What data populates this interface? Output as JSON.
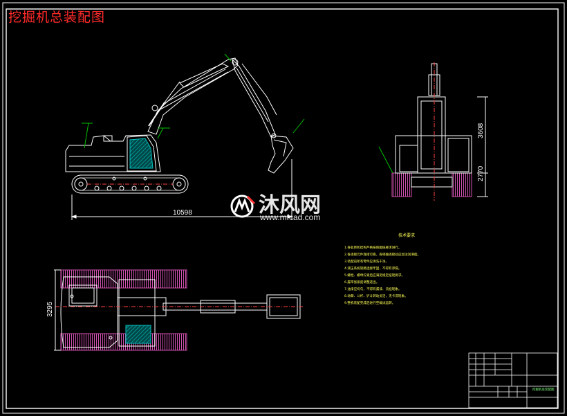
{
  "title": "挖掘机总装配图",
  "dimensions": {
    "overall_length": "10598",
    "side_height": "3608",
    "side_height_lower": "2770",
    "plan_width": "3295"
  },
  "watermark": {
    "text": "沐风网",
    "url": "www.mfcad.com"
  },
  "technical_notes": {
    "heading": "技术要求",
    "items": [
      "1.各轨转和结构严格按照图纸要求进行。",
      "2.各连接元件连接可靠，各销轴连接处应加注润滑脂。",
      "3.装配前所有零件应清洗干净。",
      "4.液压系统管路连接牢固，不得有渗漏。",
      "5.螺栓、螺母拧紧后应满足规定扭矩要求。",
      "6.履带张紧度调整适当。",
      "7.油漆应均匀，不得有漏漆、流挂现象。",
      "8.动臂、斗杆、铲斗转动灵活，无卡滞现象。",
      "9.整机装配完成后进行空载试运转。"
    ]
  },
  "title_block": {
    "drawing_name": "挖掘机总装配图"
  },
  "colors": {
    "line": "#ffffff",
    "title": "#ff2a2a",
    "notes": "#ffff55",
    "track_fill": "#c040a0",
    "cab_glass": "#00a0a0",
    "leader": "#00c000",
    "centerline": "#ff4040"
  }
}
